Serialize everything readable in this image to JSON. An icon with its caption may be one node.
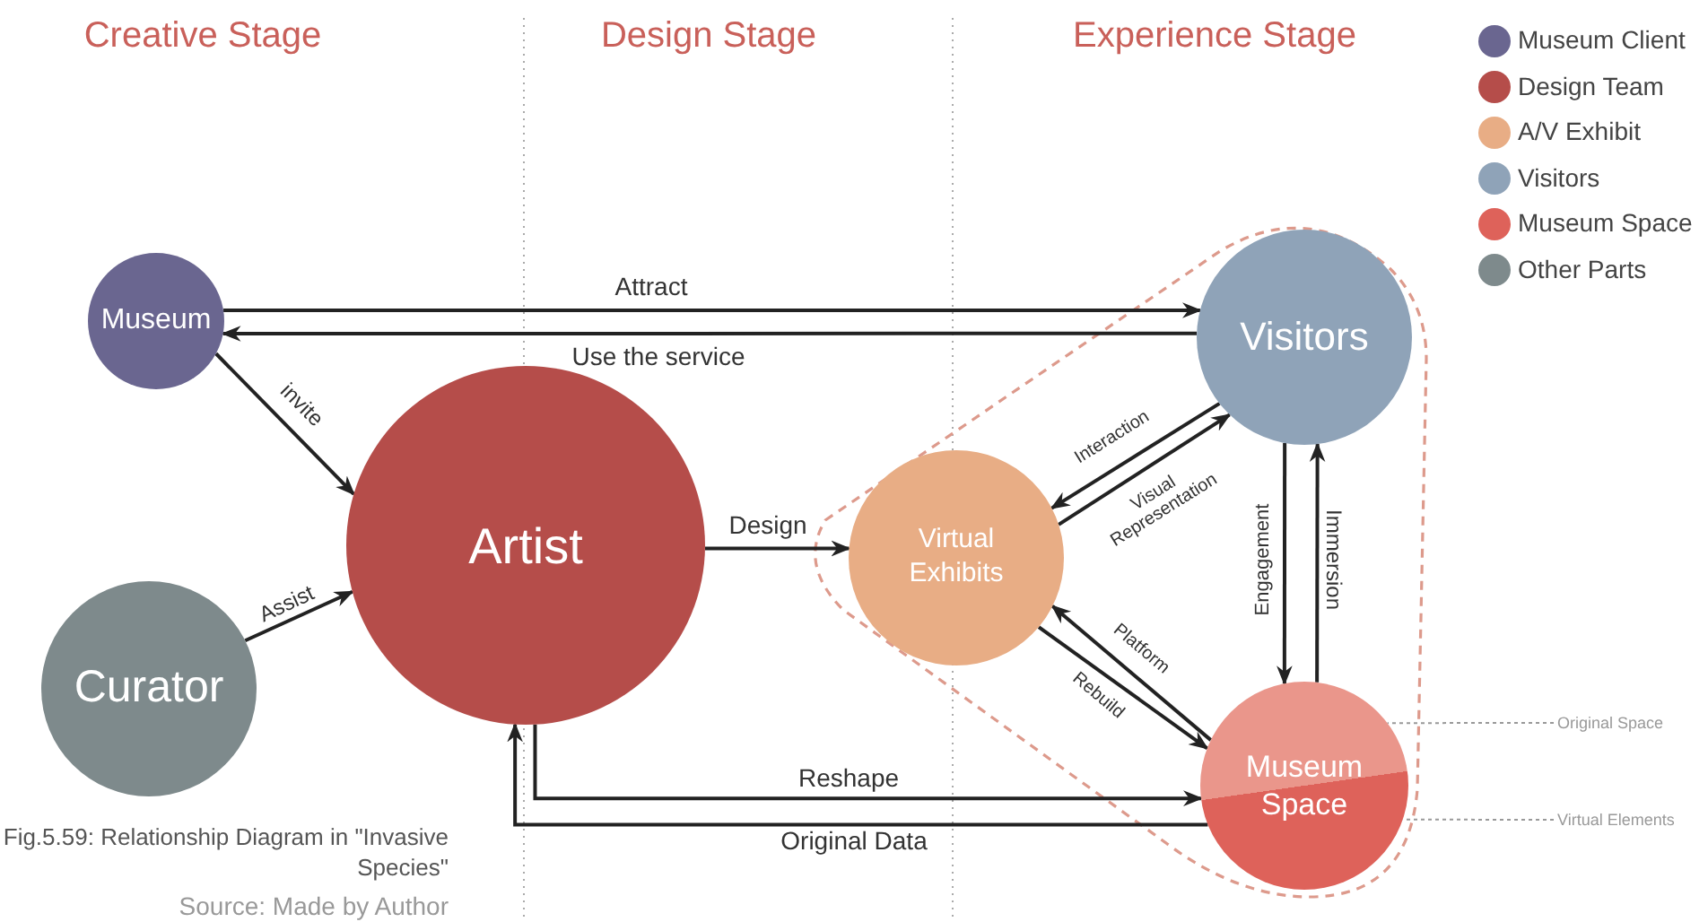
{
  "diagram": {
    "caption": "Fig.5.59: Relationship Diagram in \"Invasive Species\"",
    "nodes": [
      {
        "text": [
          "Museum"
        ]
      },
      {
        "text": [
          "Curator"
        ]
      },
      {
        "text": [
          "Artist"
        ]
      },
      {
        "text": [
          "Virtual Exhibits"
        ]
      },
      {
        "text": [
          "Visitors"
        ]
      },
      {
        "text": [
          "Museum Space"
        ]
      },
      {
        "text": [
          "Original Space"
        ]
      },
      {
        "text": [
          "Virtual Elements"
        ]
      }
    ],
    "edges": [
      {
        "from": 0,
        "to": 4,
        "arrow": "to",
        "label": "Attract"
      },
      {
        "from": 4,
        "to": 0,
        "arrow": "to",
        "label": "Use the service"
      },
      {
        "from": 0,
        "to": 2,
        "arrow": "to",
        "label": "invite"
      },
      {
        "from": 1,
        "to": 2,
        "arrow": "to",
        "label": "Assist"
      },
      {
        "from": 2,
        "to": 3,
        "arrow": "to",
        "label": "Design"
      },
      {
        "from": 4,
        "to": 3,
        "arrow": "to",
        "label": "Interaction"
      },
      {
        "from": 3,
        "to": 4,
        "arrow": "to",
        "label": "Visual Representation"
      },
      {
        "from": 4,
        "to": 5,
        "arrow": "to",
        "label": "Engagement"
      },
      {
        "from": 5,
        "to": 4,
        "arrow": "to",
        "label": "Immersion"
      },
      {
        "from": 5,
        "to": 3,
        "arrow": "to",
        "label": "Platform"
      },
      {
        "from": 3,
        "to": 5,
        "arrow": "to",
        "label": "Rebuild"
      },
      {
        "from": 2,
        "to": 5,
        "arrow": "to",
        "label": "Reshape"
      },
      {
        "from": 5,
        "to": 2,
        "arrow": "to",
        "label": "Original Data"
      },
      {
        "from": 6,
        "to": 5,
        "arrow": "none",
        "style": "dashed",
        "color": "#999999"
      },
      {
        "from": 7,
        "to": 5,
        "arrow": "none",
        "style": "dashed",
        "color": "#999999"
      }
    ],
    "labels": [
      "Creative Stage",
      "Design Stage",
      "Experience Stage",
      "Source: Made by Author"
    ],
    "legend": [
      {
        "text": "Museum Client",
        "color": "#6a6690"
      },
      {
        "text": "Design Team",
        "color": "#b54d4a"
      },
      {
        "text": "A/V Exhibit",
        "color": "#e8ad85"
      },
      {
        "text": "Visitors",
        "color": "#8fa3b8"
      },
      {
        "text": "Museum Space",
        "color": "#de625a"
      },
      {
        "text": "Other Parts",
        "color": "#7e8a8c"
      }
    ]
  }
}
